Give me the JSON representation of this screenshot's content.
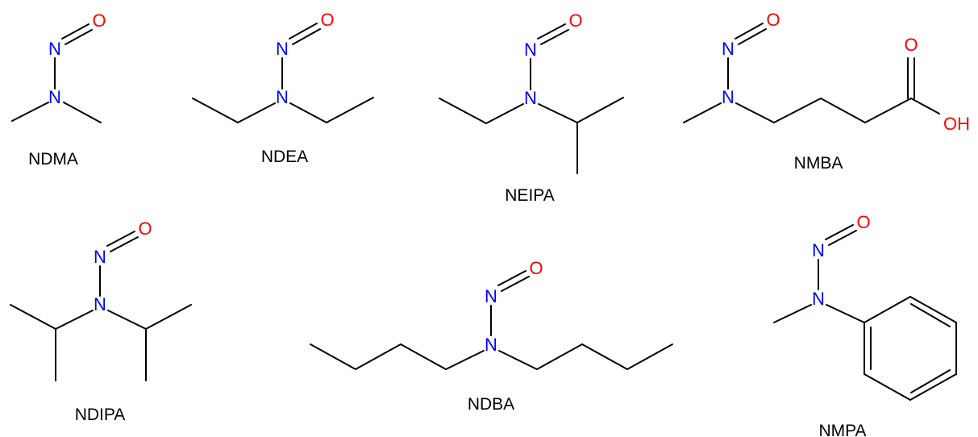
{
  "colors": {
    "nitrogen": "#0000ff",
    "oxygen": "#ff0000",
    "bond": "#000000",
    "text": "#000000",
    "background": "#ffffff"
  },
  "atoms": {
    "n": "N",
    "o": "O",
    "oh": "OH"
  },
  "molecules": {
    "ndma": {
      "name": "NDMA"
    },
    "ndea": {
      "name": "NDEA"
    },
    "neipa": {
      "name": "NEIPA"
    },
    "nmba": {
      "name": "NMBA"
    },
    "ndipa": {
      "name": "NDIPA"
    },
    "ndba": {
      "name": "NDBA"
    },
    "nmpa": {
      "name": "NMPA"
    }
  }
}
